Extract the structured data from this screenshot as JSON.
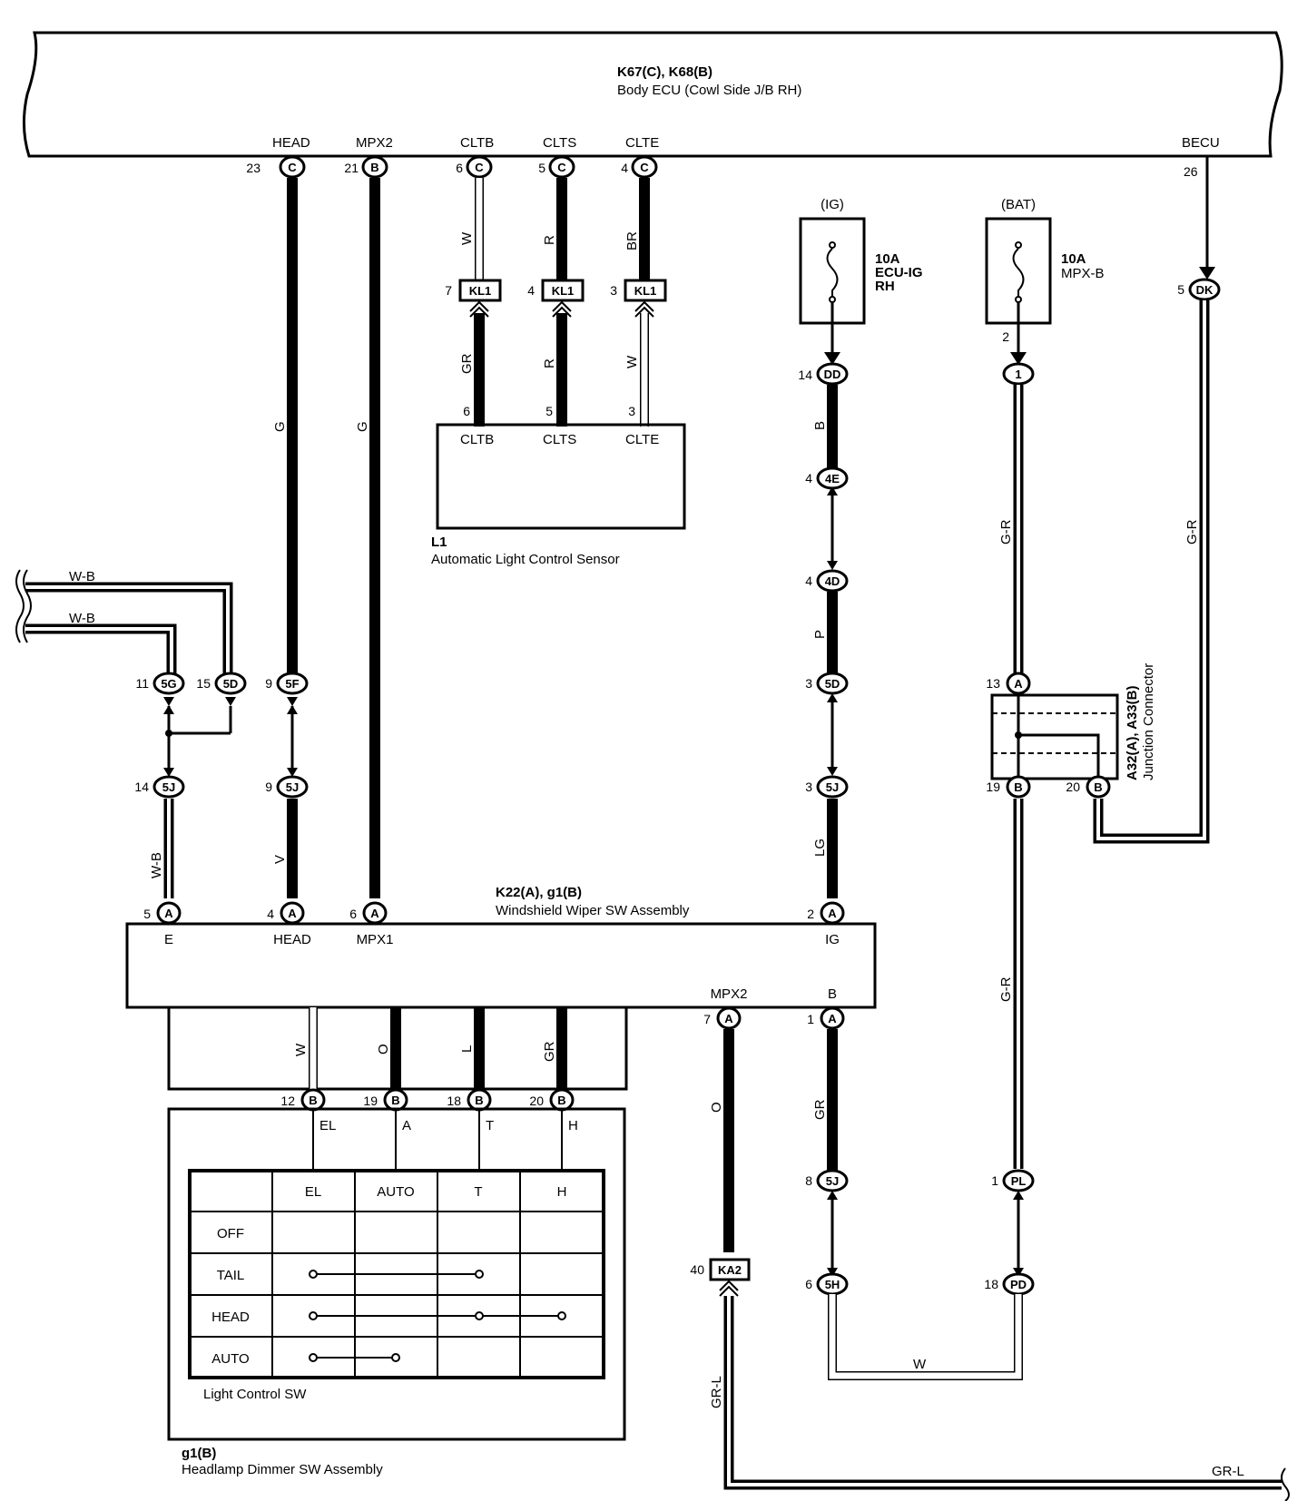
{
  "body_ecu": {
    "code": "K67(C), K68(B)",
    "name": "Body ECU (Cowl Side J/B RH)",
    "terminals": {
      "head": "HEAD",
      "mpx2": "MPX2",
      "cltb": "CLTB",
      "clts": "CLTS",
      "clte": "CLTE",
      "becu": "BECU"
    },
    "pins": {
      "head": "23",
      "mpx2": "21",
      "cltb": "6",
      "clts": "5",
      "clte": "4",
      "becu": "26"
    },
    "connectors": {
      "head": "C",
      "mpx2": "B",
      "cltb": "C",
      "clts": "C",
      "clte": "C"
    }
  },
  "sensor": {
    "code": "L1",
    "name": "Automatic Light Control Sensor",
    "terminals": {
      "cltb": "CLTB",
      "clts": "CLTS",
      "clte": "CLTE"
    },
    "pins": {
      "cltb": "6",
      "clts": "5",
      "clte": "3"
    }
  },
  "kl1": {
    "label": "KL1",
    "pins": {
      "cltb": "7",
      "clts": "4",
      "clte": "3"
    }
  },
  "wire_colors": {
    "cltb_top": "W",
    "clts_top": "R",
    "clte_top": "BR",
    "cltb_bot": "GR",
    "clts_bot": "R",
    "clte_bot": "W",
    "head": "G",
    "mpx2": "G",
    "wb1": "W-B",
    "wb2": "W-B",
    "wb3": "W-B",
    "head_low": "V",
    "dd": "B",
    "d4": "P",
    "lg": "LG",
    "gr_right": "GR",
    "gr_bot": "O",
    "grl_v": "GR-L",
    "grl_h": "GR-L",
    "g_r_1": "G-R",
    "g_r_2": "G-R",
    "g_r_3": "G-R",
    "w_bot": "W",
    "sw_w": "W",
    "sw_o": "O",
    "sw_l": "L",
    "sw_gr": "GR"
  },
  "fuses": {
    "ig": {
      "group": "(IG)",
      "rating": "10A",
      "name1": "ECU-IG",
      "name2": "RH",
      "out_pin": ""
    },
    "bat": {
      "group": "(BAT)",
      "rating": "10A",
      "name1": "MPX-B",
      "out_pin": "2"
    }
  },
  "inline_connectors": {
    "dd": {
      "label": "DD",
      "pin": "14"
    },
    "e4": {
      "label": "4E",
      "pin": "4"
    },
    "d4": {
      "label": "4D",
      "pin": "4"
    },
    "d5r": {
      "label": "5D",
      "pin": "3"
    },
    "j5r": {
      "label": "5J",
      "pin": "3"
    },
    "g5": {
      "label": "5G",
      "pin": "11"
    },
    "d5l": {
      "label": "5D",
      "pin": "15"
    },
    "f5": {
      "label": "5F",
      "pin": "9"
    },
    "j5a": {
      "label": "5J",
      "pin": "14"
    },
    "j5b": {
      "label": "5J",
      "pin": "9"
    },
    "bat1": {
      "label": "1",
      "pin": ""
    },
    "dk": {
      "label": "DK",
      "pin": "5"
    },
    "j5c": {
      "label": "5J",
      "pin": "8"
    },
    "h5": {
      "label": "5H",
      "pin": "6"
    },
    "pl": {
      "label": "PL",
      "pin": "1"
    },
    "pd": {
      "label": "PD",
      "pin": "18"
    },
    "ka2": {
      "label": "KA2",
      "pin": "40"
    }
  },
  "junction": {
    "code": "A32(A), A33(B)",
    "name": "Junction Connector",
    "pins": {
      "a13": "13",
      "b19": "19",
      "b20": "20"
    },
    "letters": {
      "a13": "A",
      "b19": "B",
      "b20": "B"
    }
  },
  "wiper_sw": {
    "code": "K22(A), g1(B)",
    "name": "Windshield Wiper SW Assembly",
    "terminals": {
      "e": "E",
      "head": "HEAD",
      "mpx1": "MPX1",
      "ig": "IG",
      "mpx2": "MPX2",
      "b": "B"
    },
    "pins": {
      "e": "5",
      "head": "4",
      "mpx1": "6",
      "ig": "2",
      "mpx2": "7",
      "b": "1"
    },
    "letters": {
      "e": "A",
      "head": "A",
      "mpx1": "A",
      "ig": "A",
      "mpx2": "A",
      "b": "A"
    },
    "b_pins": {
      "el": "12",
      "a": "19",
      "t": "18",
      "h": "20"
    },
    "b_letter": "B",
    "b_terms": {
      "el": "EL",
      "a": "A",
      "t": "T",
      "h": "H"
    }
  },
  "light_sw": {
    "name": "Light Control SW",
    "columns": [
      "",
      "EL",
      "AUTO",
      "T",
      "H"
    ],
    "rows": [
      "OFF",
      "TAIL",
      "HEAD",
      "AUTO"
    ]
  },
  "dimmer": {
    "code": "g1(B)",
    "name": "Headlamp Dimmer SW Assembly"
  }
}
